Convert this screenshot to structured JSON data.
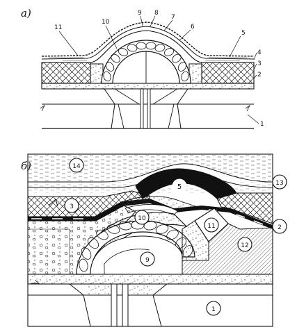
{
  "figure": {
    "panel_a": {
      "label": "a)",
      "callouts": [
        "1",
        "2",
        "3",
        "4",
        "5",
        "6",
        "7",
        "8",
        "9",
        "10",
        "11"
      ]
    },
    "panel_b": {
      "label": "б)",
      "callouts": [
        "1",
        "2",
        "3",
        "5",
        "9",
        "10",
        "11",
        "12",
        "13",
        "14"
      ]
    }
  }
}
